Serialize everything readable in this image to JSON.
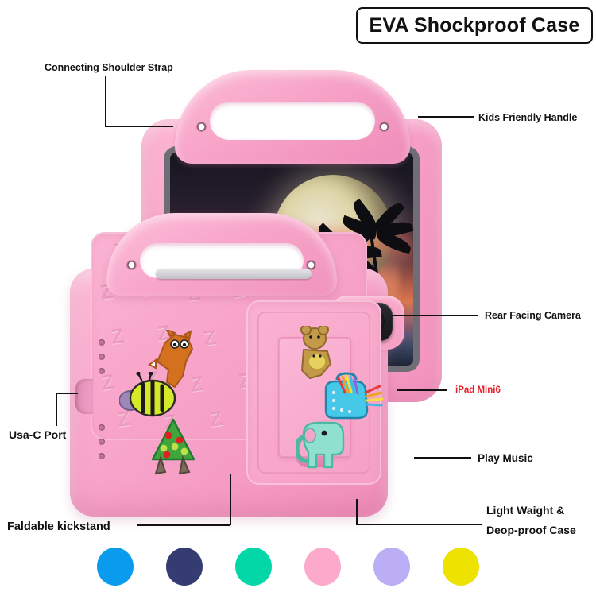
{
  "title": "EVA Shockproof Case",
  "product_note": "iPad Mini6",
  "callouts": [
    {
      "id": "connecting-shoulder-strap",
      "label": "Connecting Shoulder Strap"
    },
    {
      "id": "kids-friendly-handle",
      "label": "Kids Friendly Handle"
    },
    {
      "id": "rear-facing-camera",
      "label": "Rear Facing Camera"
    },
    {
      "id": "usb-c-port",
      "label": "Usa-C Port"
    },
    {
      "id": "play-music",
      "label": "Play Music"
    },
    {
      "id": "faldable-kickstand",
      "label": "Faldable kickstand"
    },
    {
      "id": "light-weight-drop-proof",
      "label_line1": "Light Waight &",
      "label_line2": "Deop-proof Case"
    }
  ],
  "colors": {
    "case_pink": "#F7A3C8",
    "accent_red": "#ED1C24",
    "text": "#111111",
    "swatches": [
      {
        "name": "blue",
        "hex": "#0B9BEE"
      },
      {
        "name": "navy",
        "hex": "#343C71"
      },
      {
        "name": "teal",
        "hex": "#03D7A8"
      },
      {
        "name": "pink",
        "hex": "#FCA9CC"
      },
      {
        "name": "lavender",
        "hex": "#BBAEF5"
      },
      {
        "name": "yellow",
        "hex": "#EDE200"
      }
    ]
  },
  "decorations": [
    {
      "name": "fox",
      "color": "#D4711F"
    },
    {
      "name": "bee",
      "color": "#D6E82A"
    },
    {
      "name": "tree",
      "color": "#3FA53C"
    },
    {
      "name": "bear",
      "color": "#C49A4A"
    },
    {
      "name": "kettle",
      "color": "#46C8E8"
    },
    {
      "name": "elephant",
      "color": "#8FE0CE"
    }
  ],
  "pattern_glyph": "Z",
  "screen_scene": "tropical sunset with moon and palm trees"
}
